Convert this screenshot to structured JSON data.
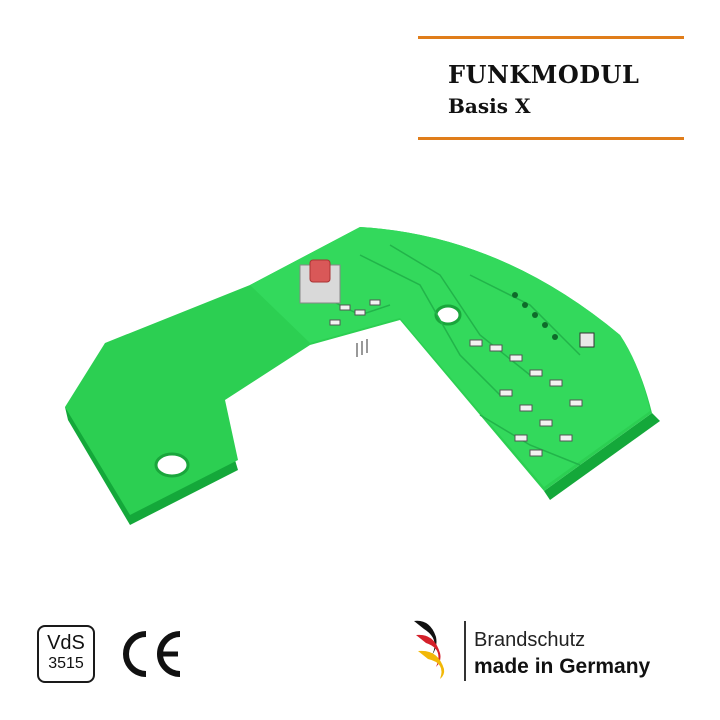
{
  "header": {
    "title": "FUNKMODUL",
    "subtitle": "Basis X",
    "accent_color": "#e07d1a"
  },
  "product": {
    "description_icon": "pcb-board-image",
    "board_color": "#22c94a"
  },
  "certifications": {
    "vds": {
      "label": "VdS",
      "number": "3515"
    },
    "ce": {
      "label": "CE"
    }
  },
  "brand": {
    "line1": "Brandschutz",
    "line2": "made in Germany",
    "flag_colors": [
      "#111111",
      "#d4202a",
      "#f2b807"
    ]
  }
}
